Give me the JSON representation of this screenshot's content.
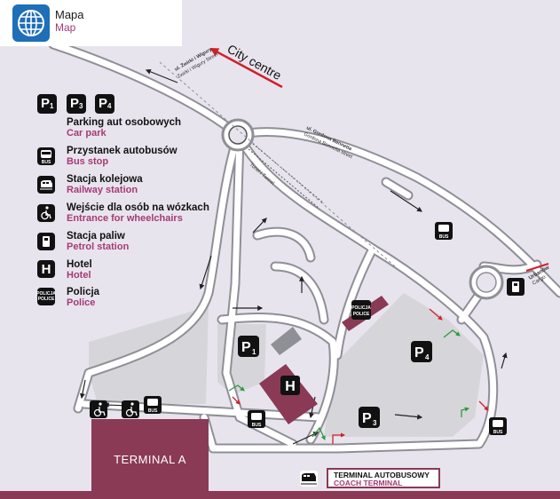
{
  "header": {
    "title": "Mapa",
    "subtitle": "Map",
    "icon": "globe-icon"
  },
  "roads": {
    "city_centre": "City centre",
    "zwirki_pl": "ul. Żwirki i Wigury",
    "zwirki_en": "Żwirki i Wigury Street",
    "gordona_pl": "ul. Gordona Bennetta",
    "gordona_en": "Gordona Bennetta street",
    "tunnel": "Tunel / Tunnel",
    "urbanow_pl": "Urbanów",
    "urbanow_en": "Cargo"
  },
  "legend": {
    "parking_codes": [
      "1",
      "3",
      "4"
    ],
    "items": [
      {
        "icon": "parking-icon",
        "pl": "Parking aut osobowych",
        "en": "Car park"
      },
      {
        "icon": "bus-icon",
        "pl": "Przystanek autobusów",
        "en": "Bus stop"
      },
      {
        "icon": "train-icon",
        "pl": "Stacja kolejowa",
        "en": "Railway station"
      },
      {
        "icon": "wheelchair-icon",
        "pl": "Wejście dla osób na wózkach",
        "en": "Entrance for wheelchairs"
      },
      {
        "icon": "fuel-pump-icon",
        "pl": "Stacja paliw",
        "en": "Petrol station"
      },
      {
        "icon": "hotel-icon",
        "pl": "Hotel",
        "en": "Hotel"
      },
      {
        "icon": "police-icon",
        "pl": "Policja",
        "en": "Police"
      }
    ]
  },
  "symbols": {
    "p_letter": "P",
    "hotel_letter": "H",
    "bus_label": "BUS",
    "police_line1": "POLICJA",
    "police_line2": "POLICE"
  },
  "places": {
    "p1": "1",
    "p3": "3",
    "p4": "4",
    "terminal_a": "TERMINAL A",
    "coach_pl": "TERMINAL AUTOBUSOWY",
    "coach_en": "COACH TERMINAL"
  },
  "colors": {
    "background": "#e8e4ee",
    "road_fill": "#ffffff",
    "road_edge": "#8f8f96",
    "area": "#d6d6da",
    "maroon": "#8a3a55",
    "accent_red": "#d0202a",
    "accent_green": "#2c9a3c",
    "text_purple": "#a53b74"
  }
}
